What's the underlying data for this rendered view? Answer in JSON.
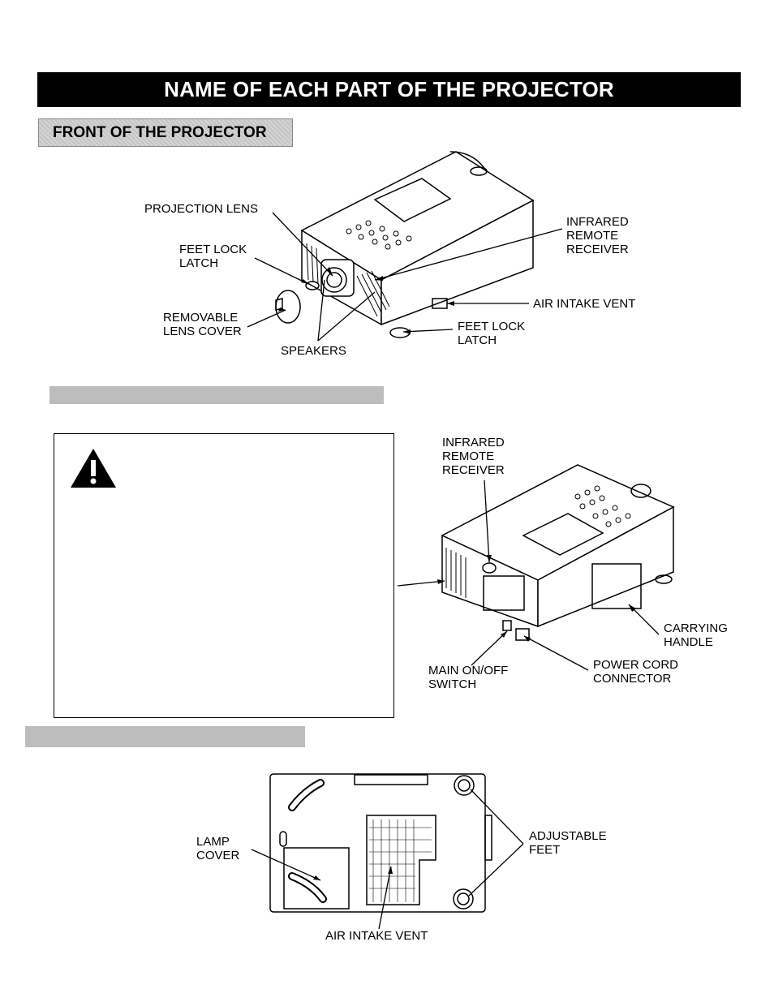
{
  "page_title": "NAME OF EACH PART OF THE PROJECTOR",
  "sections": {
    "front": "FRONT OF THE PROJECTOR"
  },
  "front_labels": {
    "projection_lens": "PROJECTION LENS",
    "feet_lock_latch_left": "FEET LOCK\nLATCH",
    "removable_lens_cover": "REMOVABLE\nLENS COVER",
    "speakers": "SPEAKERS",
    "infrared_remote_receiver": "INFRARED\nREMOTE\nRECEIVER",
    "air_intake_vent": "AIR INTAKE VENT",
    "feet_lock_latch_right": "FEET LOCK\nLATCH"
  },
  "back_labels": {
    "infrared_remote_receiver": "INFRARED\nREMOTE\nRECEIVER",
    "carrying_handle": "CARRYING\nHANDLE",
    "power_cord_connector": "POWER CORD\nCONNECTOR",
    "main_on_off_switch": "MAIN ON/OFF\nSWITCH"
  },
  "bottom_labels": {
    "lamp_cover": "LAMP\nCOVER",
    "adjustable_feet": "ADJUSTABLE\nFEET",
    "air_intake_vent": "AIR INTAKE VENT"
  }
}
